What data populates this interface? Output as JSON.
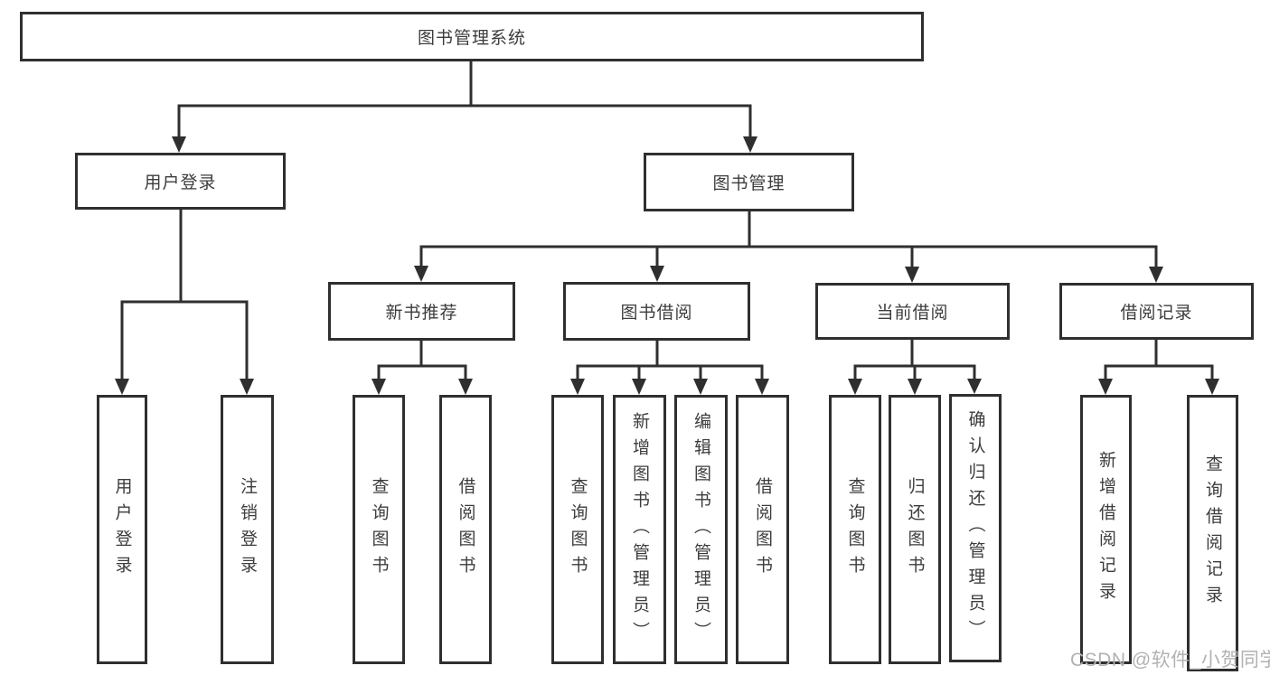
{
  "tree": {
    "root": "图书管理系统",
    "children": [
      {
        "label": "用户登录",
        "children": [
          "用户登录",
          "注销登录"
        ]
      },
      {
        "label": "图书管理",
        "children": [
          {
            "label": "新书推荐",
            "children": [
              "查询图书",
              "借阅图书"
            ]
          },
          {
            "label": "图书借阅",
            "children": [
              "查询图书",
              "新增图书（管理员）",
              "编辑图书（管理员）",
              "借阅图书"
            ]
          },
          {
            "label": "当前借阅",
            "children": [
              "查询图书",
              "归还图书",
              "确认归还（管理员）"
            ]
          },
          {
            "label": "借阅记录",
            "children": [
              "新增借阅记录",
              "查询借阅记录"
            ]
          }
        ]
      }
    ]
  },
  "colors": {
    "line": "#2f2f2f",
    "text": "#3c3c3c",
    "watermark": "#b2b2b2",
    "background": "#ffffff"
  },
  "watermark": "CSDN @软件_小贺同学"
}
